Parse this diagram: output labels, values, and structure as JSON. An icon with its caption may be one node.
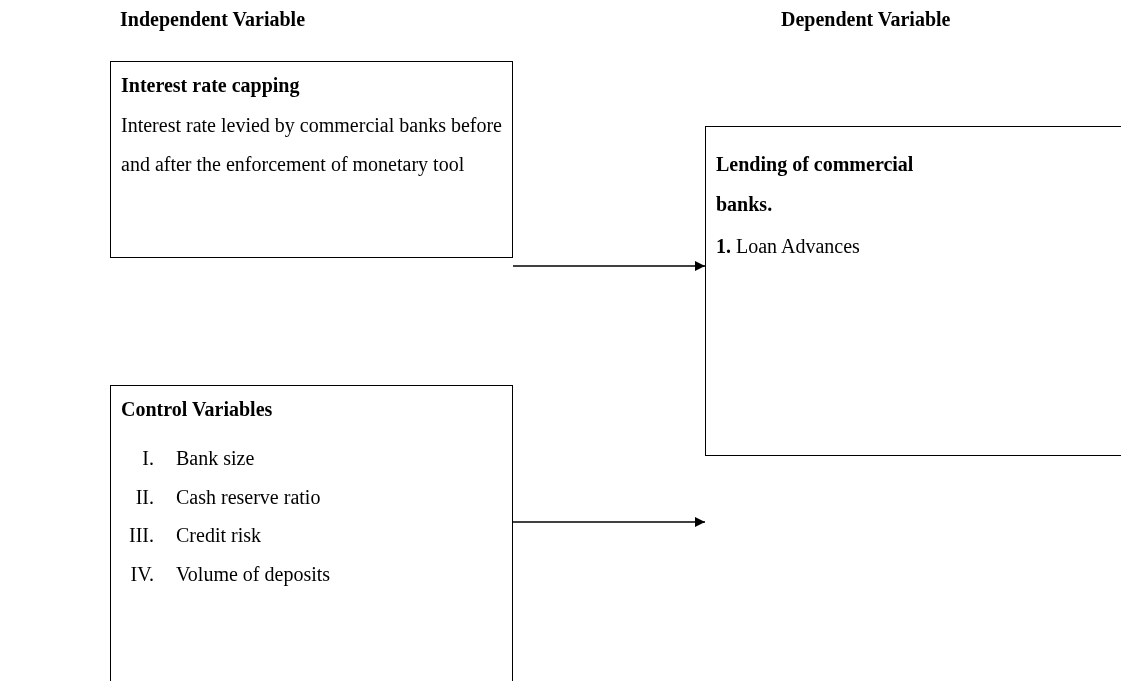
{
  "diagram": {
    "nodes": [
      {
        "text": [
          "Interest rate capping",
          "Interest rate levied by commercial banks before and after the enforcement of monetary tool"
        ]
      },
      {
        "text": [
          "Control Variables",
          "I. Bank size",
          "II. Cash reserve ratio",
          "III. Credit risk",
          "IV. Volume of deposits"
        ]
      },
      {
        "text": [
          "Lending of commercial banks.",
          "**1.** Loan Advances"
        ]
      }
    ],
    "edges": [
      {
        "from": 0,
        "to": 2,
        "arrow": "to"
      },
      {
        "from": 1,
        "to": 2,
        "arrow": "to"
      }
    ],
    "labels": [
      "Independent Variable",
      "Dependent Variable"
    ]
  }
}
